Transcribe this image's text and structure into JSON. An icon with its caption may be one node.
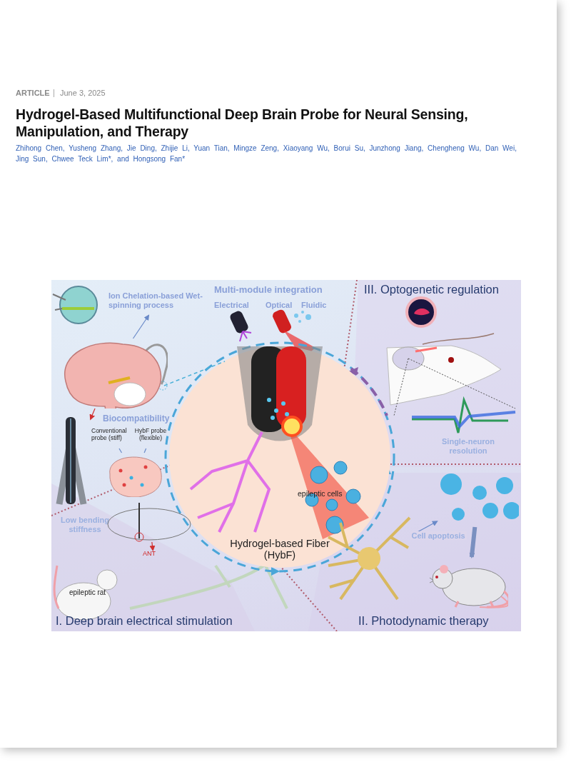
{
  "diagram": {
    "title": "Hydrogel-Based Multifunctional Deep Brain Probe for Neural Sensing, Manipulation, and Therapy",
    "nodes": [
      {
        "text": [
          "Ion Chelation-based Wet-spinning process"
        ]
      },
      {
        "text": [],
        "shape": "picture"
      },
      {
        "text": [],
        "shape": "picture"
      },
      {
        "text": [
          "Hydrogel-based Fiber (HybF)"
        ]
      },
      {
        "text": [
          "Conventional probe (stiff)"
        ]
      },
      {
        "text": [
          "HybF probe (flexible)"
        ]
      },
      {
        "text": [],
        "shape": "picture"
      },
      {
        "text": [
          "ANT"
        ]
      },
      {
        "text": [],
        "shape": "picture"
      },
      {
        "text": [],
        "shape": "picture"
      },
      {
        "text": [],
        "shape": "picture"
      },
      {
        "text": [],
        "shape": "picture"
      }
    ],
    "edges": [
      {
        "from": 1,
        "to": 0,
        "arrow": "to"
      },
      {
        "from": 1,
        "to": 2,
        "arrow": "to",
        "color": "#d03030"
      },
      {
        "from": 4,
        "to": 6,
        "arrow": "none"
      },
      {
        "from": 5,
        "to": 6,
        "arrow": "none"
      },
      {
        "from": 8,
        "to": 7,
        "arrow": "to",
        "color": "#d03030"
      },
      {
        "from": 9,
        "to": 10,
        "arrow": "to",
        "label": "Cell apoptosis"
      },
      {
        "from": 10,
        "to": 11,
        "arrow": "to",
        "style": "thick"
      },
      {
        "from": 1,
        "to": 3,
        "arrow": "none",
        "style": "dashed",
        "color": "#4ab0d8"
      }
    ],
    "labels": [
      "ARTICLE",
      "June 3, 2025",
      "Zhihong Chen, Yusheng Zhang, Jie Ding, Zhijie Li, Yuan Tian, Mingze Zeng, Xiaoyang Wu, Borui Su, Junzhong Jiang, Chengheng Wu, Dan Wei, Jing Sun, Chwee Teck Lim*, and Hongsong Fan*",
      "Multi-module integration",
      "Electrical",
      "Optical",
      "Fluidic",
      "III. Optogenetic regulation",
      "Biocompatibility",
      "Single-neuron resolution",
      "epileptic cells",
      "Low bending stiffness",
      "epileptic rat",
      "I. Deep brain electrical stimulation",
      "II. Photodynamic therapy"
    ]
  }
}
